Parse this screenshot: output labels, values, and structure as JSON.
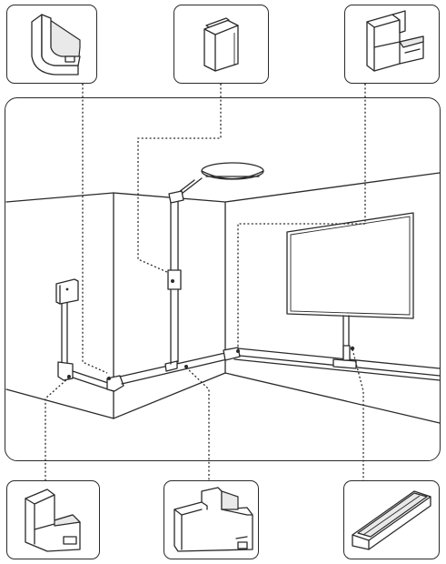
{
  "diagram": {
    "parts": [
      {
        "id": "flat-angle-top",
        "icon": "flat-angle-fitting-icon"
      },
      {
        "id": "coupler",
        "icon": "coupler-fitting-icon"
      },
      {
        "id": "external-angle",
        "icon": "external-angle-fitting-icon"
      },
      {
        "id": "internal-angle",
        "icon": "internal-angle-fitting-icon"
      },
      {
        "id": "tee",
        "icon": "tee-fitting-icon"
      },
      {
        "id": "trunking-length",
        "icon": "trunking-length-icon"
      }
    ],
    "room_items": [
      "junction-box",
      "ceiling-light",
      "wall-tv",
      "cable-trunking-run"
    ],
    "colors": {
      "line": "#2a2a2a",
      "background": "#ffffff",
      "shade": "#e9e9e9"
    }
  }
}
